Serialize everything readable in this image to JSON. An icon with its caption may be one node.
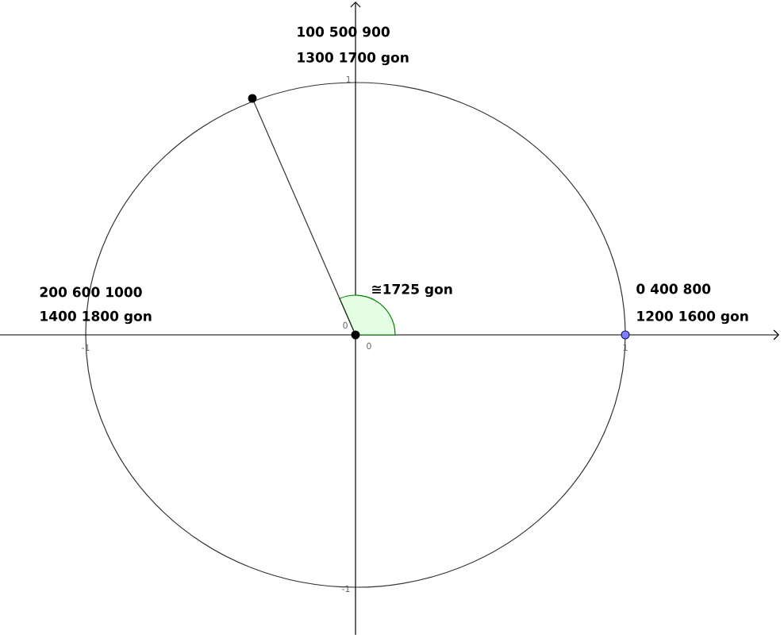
{
  "diagram": {
    "nodes": [
      {
        "text": [],
        "shape": "circle"
      },
      {
        "text": [],
        "shape": "circle"
      },
      {
        "text": [],
        "shape": "circle"
      }
    ],
    "edges": [
      {
        "from": 1,
        "to": 0,
        "arrow": "none"
      }
    ],
    "labels": [
      "100 500 900",
      "1300 1700 gon",
      "1",
      "≅1725 gon",
      "200 600 1000",
      "0 400 800",
      "1400 1800 gon",
      "1200 1600 gon",
      "0",
      "1",
      "-1",
      "0",
      "-1"
    ]
  }
}
